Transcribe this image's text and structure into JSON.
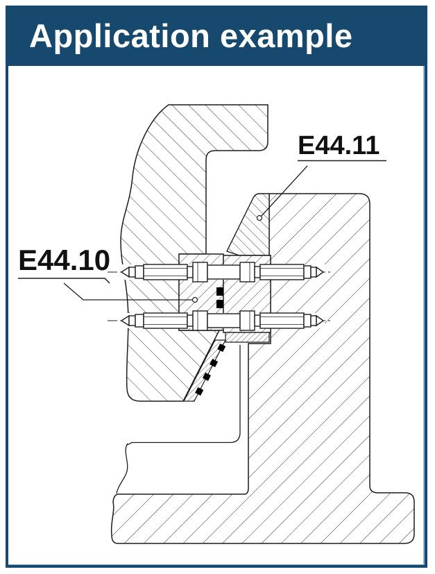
{
  "header": {
    "title": "Application example"
  },
  "colors": {
    "banner_bg": "#17496E",
    "banner_text": "#FFFFFF",
    "border": "#17496E",
    "line": "#1C1C1C",
    "background": "#FFFFFF"
  },
  "drawing": {
    "type": "technical-section-drawing",
    "description": "Sectional application example of centring/latch units mounted between mould plates",
    "callouts": [
      {
        "label": "E44.10"
      },
      {
        "label": "E44.11"
      }
    ]
  }
}
